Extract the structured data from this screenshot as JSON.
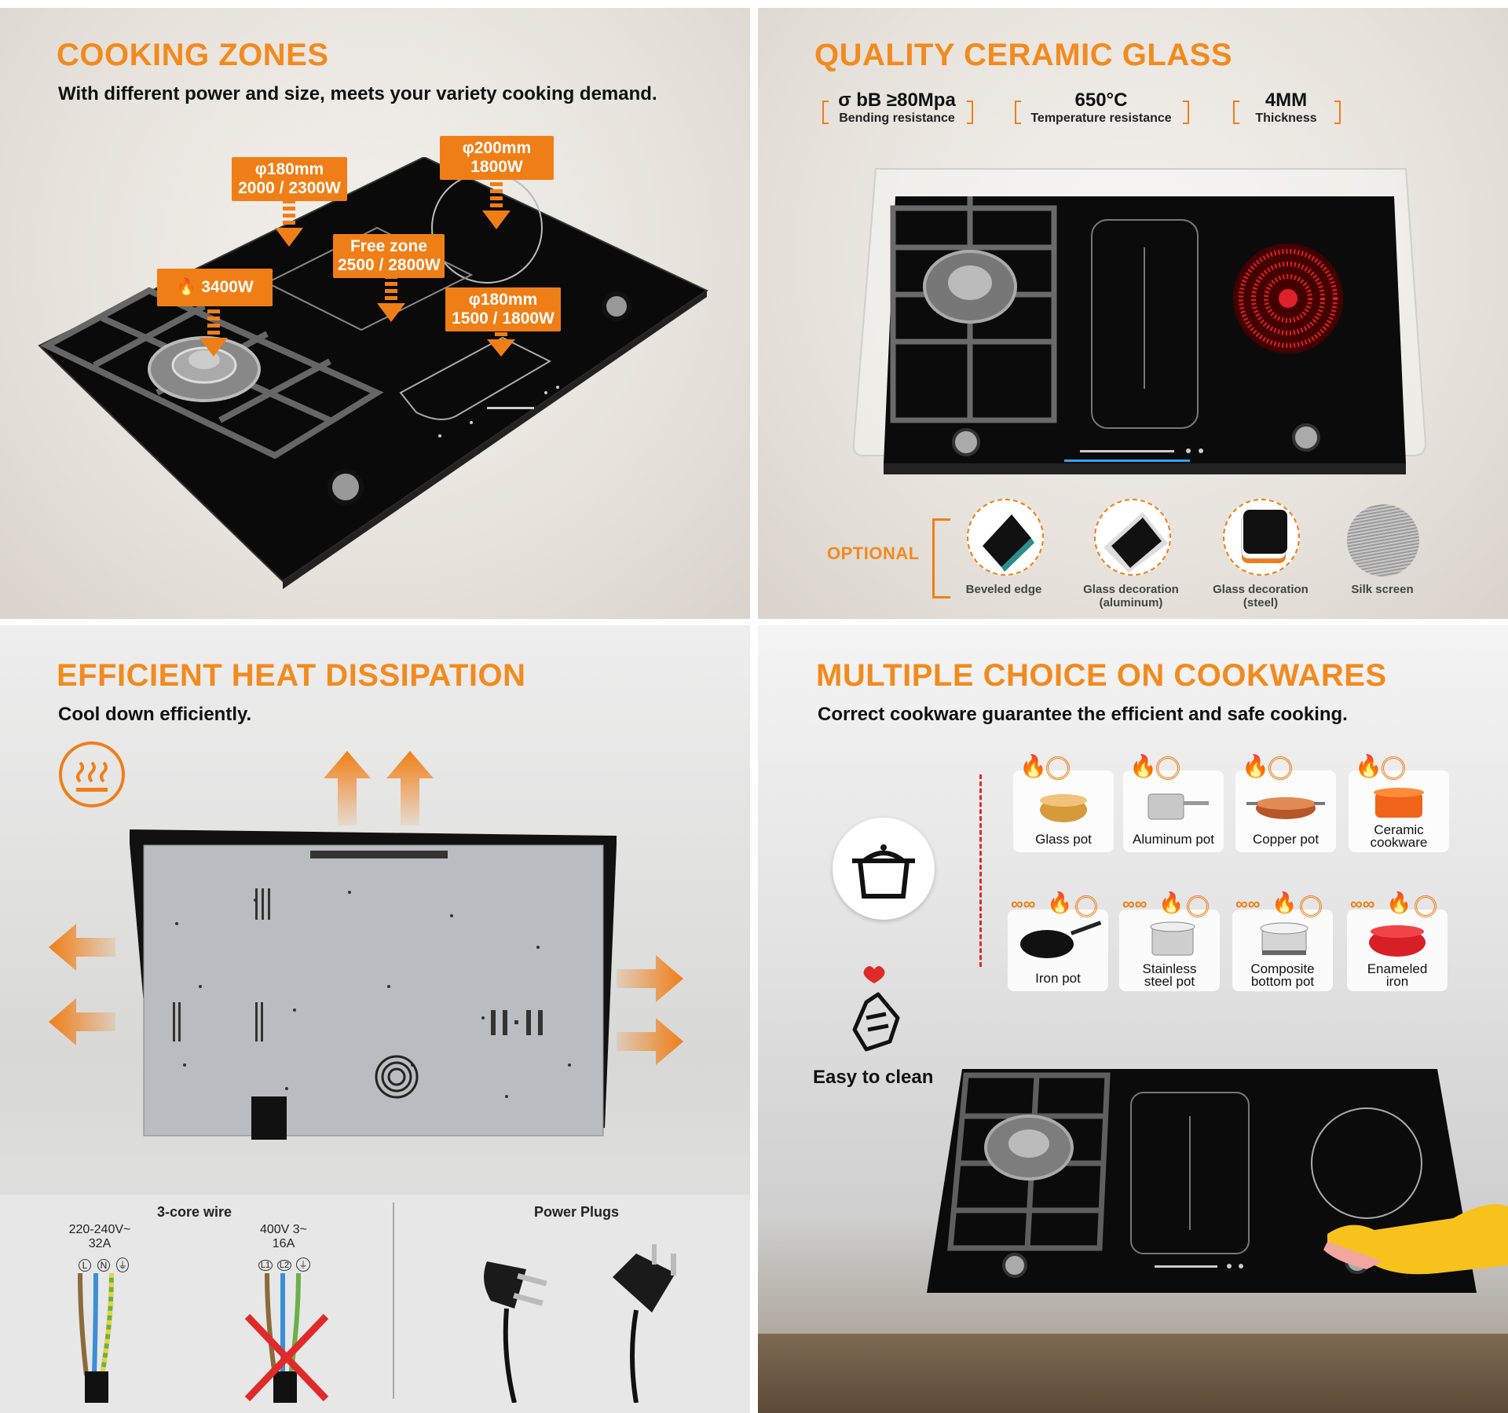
{
  "panel1": {
    "title": "COOKING ZONES",
    "subtitle": "With different power and size, meets your variety cooking demand.",
    "zones": [
      {
        "line1": "φ180mm",
        "line2": "2000 / 2300W"
      },
      {
        "line1": "φ200mm",
        "line2": "1800W"
      },
      {
        "line1": "Free zone",
        "line2": "2500 / 2800W"
      },
      {
        "line1": "3400W",
        "line2": ""
      },
      {
        "line1": "φ180mm",
        "line2": "1500 / 1800W"
      }
    ]
  },
  "panel2": {
    "title": "QUALITY CERAMIC GLASS",
    "specs": [
      {
        "value": "σ bB ≥80Mpa",
        "label": "Bending resistance"
      },
      {
        "value": "650°C",
        "label": "Temperature resistance"
      },
      {
        "value": "4MM",
        "label": "Thickness"
      }
    ],
    "optional_label": "OPTIONAL",
    "options": [
      {
        "line1": "Beveled edge",
        "line2": ""
      },
      {
        "line1": "Glass decoration",
        "line2": "(aluminum)"
      },
      {
        "line1": "Glass decoration",
        "line2": "(steel)"
      },
      {
        "line1": "Silk screen",
        "line2": ""
      }
    ]
  },
  "panel3": {
    "title": "EFFICIENT HEAT DISSIPATION",
    "subtitle": "Cool down efficiently.",
    "wire_title": "3-core wire",
    "wire_left": {
      "line1": "220-240V~",
      "line2": "32A",
      "terminals": [
        "L",
        "N",
        "⏚"
      ]
    },
    "wire_right": {
      "line1": "400V   3~",
      "line2": "16A",
      "terminals": [
        "L1",
        "L2",
        "⏚"
      ]
    },
    "plugs_title": "Power Plugs"
  },
  "panel4": {
    "title": "MULTIPLE CHOICE ON COOKWARES",
    "subtitle": "Correct cookware guarantee the efficient and safe cooking.",
    "easy_clean": "Easy to clean",
    "cookwares_row1": [
      {
        "line1": "Glass pot",
        "line2": ""
      },
      {
        "line1": "Aluminum pot",
        "line2": ""
      },
      {
        "line1": "Copper pot",
        "line2": ""
      },
      {
        "line1": "Ceramic",
        "line2": "cookware"
      }
    ],
    "cookwares_row2": [
      {
        "line1": "Iron pot",
        "line2": ""
      },
      {
        "line1": "Stainless",
        "line2": "steel pot"
      },
      {
        "line1": "Composite",
        "line2": "bottom pot"
      },
      {
        "line1": "Enameled",
        "line2": "iron"
      }
    ]
  },
  "colors": {
    "accent": "#f07e16",
    "title": "#f28a1e",
    "glass": "#0b0b0b"
  }
}
